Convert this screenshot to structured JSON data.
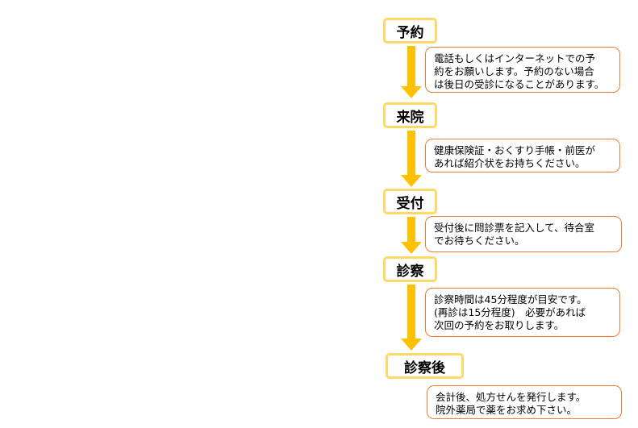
{
  "colors": {
    "step_border": "#ffd966",
    "arrow_fill": "#ffc000",
    "note_border": "#ed7d31"
  },
  "steps": [
    {
      "label": "予約",
      "note": "電話もしくはインターネットでの予\n約をお願いします。予約のない場合\nは後日の受診になることがあります。"
    },
    {
      "label": "来院",
      "note": "健康保険証・おくすり手帳・前医が\nあれば紹介状をお持ちください。"
    },
    {
      "label": "受付",
      "note": "受付後に問診票を記入して、待合室\nでお待ちください。"
    },
    {
      "label": "診察",
      "note": "診察時間は45分程度が目安です。\n(再診は15分程度)　必要があれば\n次回の予約をお取りします。"
    },
    {
      "label": "診察後",
      "note": "会計後、処方せんを発行します。\n院外薬局で薬をお求め下さい。"
    }
  ]
}
